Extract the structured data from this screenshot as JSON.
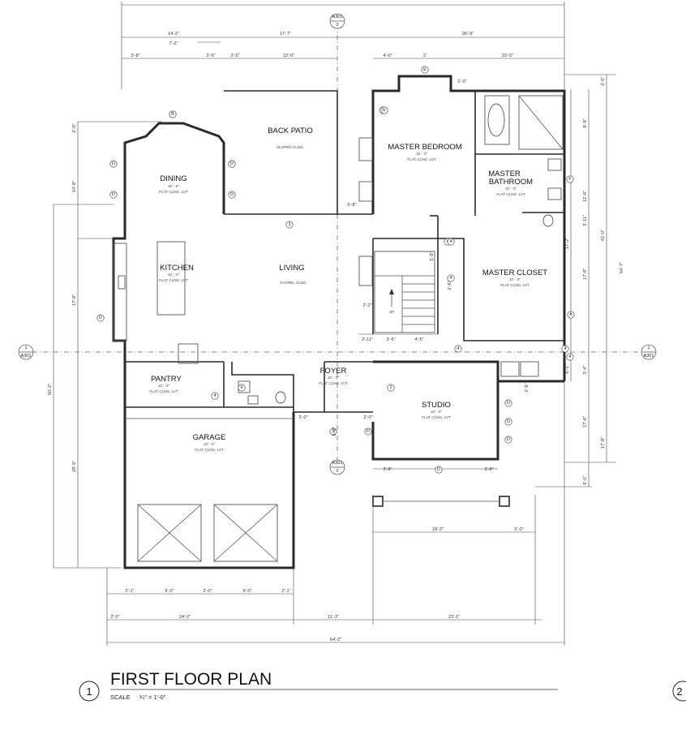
{
  "title_block": {
    "view_number": "1",
    "title": "FIRST FLOOR  PLAN",
    "scale_label": "SCALE",
    "scale_value": "¼\" = 1'-0\"",
    "next_view_number": "2"
  },
  "rooms": {
    "back_patio": {
      "name": "BACK PATIO",
      "note": "SLOPED CLNG."
    },
    "master_bedroom": {
      "name": "MASTER BEDROOM",
      "size": "15' - 0\"",
      "finish": "FLAT CLNG. LVT"
    },
    "master_bathroom": {
      "name1": "MASTER",
      "name2": "BATHROOM",
      "size": "10' - 0\"",
      "finish": "FLAT CLNG. LVT"
    },
    "dining": {
      "name": "DINING",
      "size": "10' - 0\"",
      "finish": "FLAT CLNG. LVT"
    },
    "kitchen": {
      "name": "KITCHEN",
      "size": "10' - 0\"",
      "finish": "FLAT CLNG. LVT"
    },
    "living": {
      "name": "LIVING",
      "note": "CHAREL CLNG."
    },
    "master_closet": {
      "name": "MASTER CLOSET",
      "size": "10' - 0\"",
      "finish": "FLAT CLNG. LVT"
    },
    "pantry": {
      "name": "PANTRY",
      "size": "10' - 0\"",
      "finish": "FLAT CLNG. LVT"
    },
    "foyer": {
      "name": "FOYER",
      "size": "10' - 0\"",
      "finish": "FLAT CLNG. LVT"
    },
    "studio": {
      "name": "STUDIO",
      "size": "10' - 0\"",
      "finish": "FLAT CLNG. LVT"
    },
    "garage": {
      "name": "GARAGE",
      "size": "10' - 0\"",
      "finish": "FLAT CLNG. LVT"
    }
  },
  "stair_label": "UP",
  "section_markers": {
    "top": {
      "num": "A301",
      "sheet": "2"
    },
    "bottom": {
      "num": "A301",
      "sheet": "2"
    },
    "left": {
      "num": "1",
      "sheet": "A301"
    },
    "right": {
      "num": "1",
      "sheet": "A301"
    }
  },
  "window_tags": [
    "B",
    "D",
    "D",
    "D",
    "D",
    "D",
    "D",
    "E",
    "E",
    "B",
    "F",
    "D",
    "D",
    "D",
    "D",
    "D",
    "A",
    "D"
  ],
  "door_tags": [
    "3",
    "4",
    "4",
    "4",
    "4",
    "4",
    "4",
    "5",
    "2",
    "6",
    "4"
  ],
  "dimensions": {
    "top": [
      "14'-2\"",
      "7'-2\"",
      "3'-8\"",
      "3'-6\"",
      "17'-7\"",
      "3'-5\"",
      "12'-0\"",
      "26'-9\"",
      "4'-0\"",
      "1\"",
      "15'-5\"",
      "5'-8\""
    ],
    "left": [
      "2'-0\"",
      "14'-8\"",
      "17'-8\"",
      "50'-2\"",
      "28'-5\""
    ],
    "right": [
      "2'-0\"",
      "8'-9\"",
      "12'-0\"",
      "41'-0\"",
      "54'-7\"",
      "3'-11\"",
      "17'-2\"",
      "17'-8\"",
      "3'-4\"",
      "6'-1\"",
      "17'-6\"",
      "17'-8\"",
      "6'-0\"",
      "2'-6\""
    ],
    "interior": [
      "2'-0\"",
      "5'-8\"",
      "2'-6\"",
      "2'-2\"",
      "2'-11\"",
      "3'-6\"",
      "4'-5\"",
      "3'-0\"",
      "2'-0\"",
      "5'-0\"",
      "3'-8\"",
      "3'-8\"",
      "18'-2\"",
      "5'-0\""
    ],
    "bottom": [
      "2'-1\"",
      "9'-0\"",
      "2'-0\"",
      "9'-0\"",
      "2'-1\"",
      "2'-0\"",
      "24'-2\"",
      "11'-3\"",
      "23'-1\"",
      "64'-2\""
    ]
  }
}
